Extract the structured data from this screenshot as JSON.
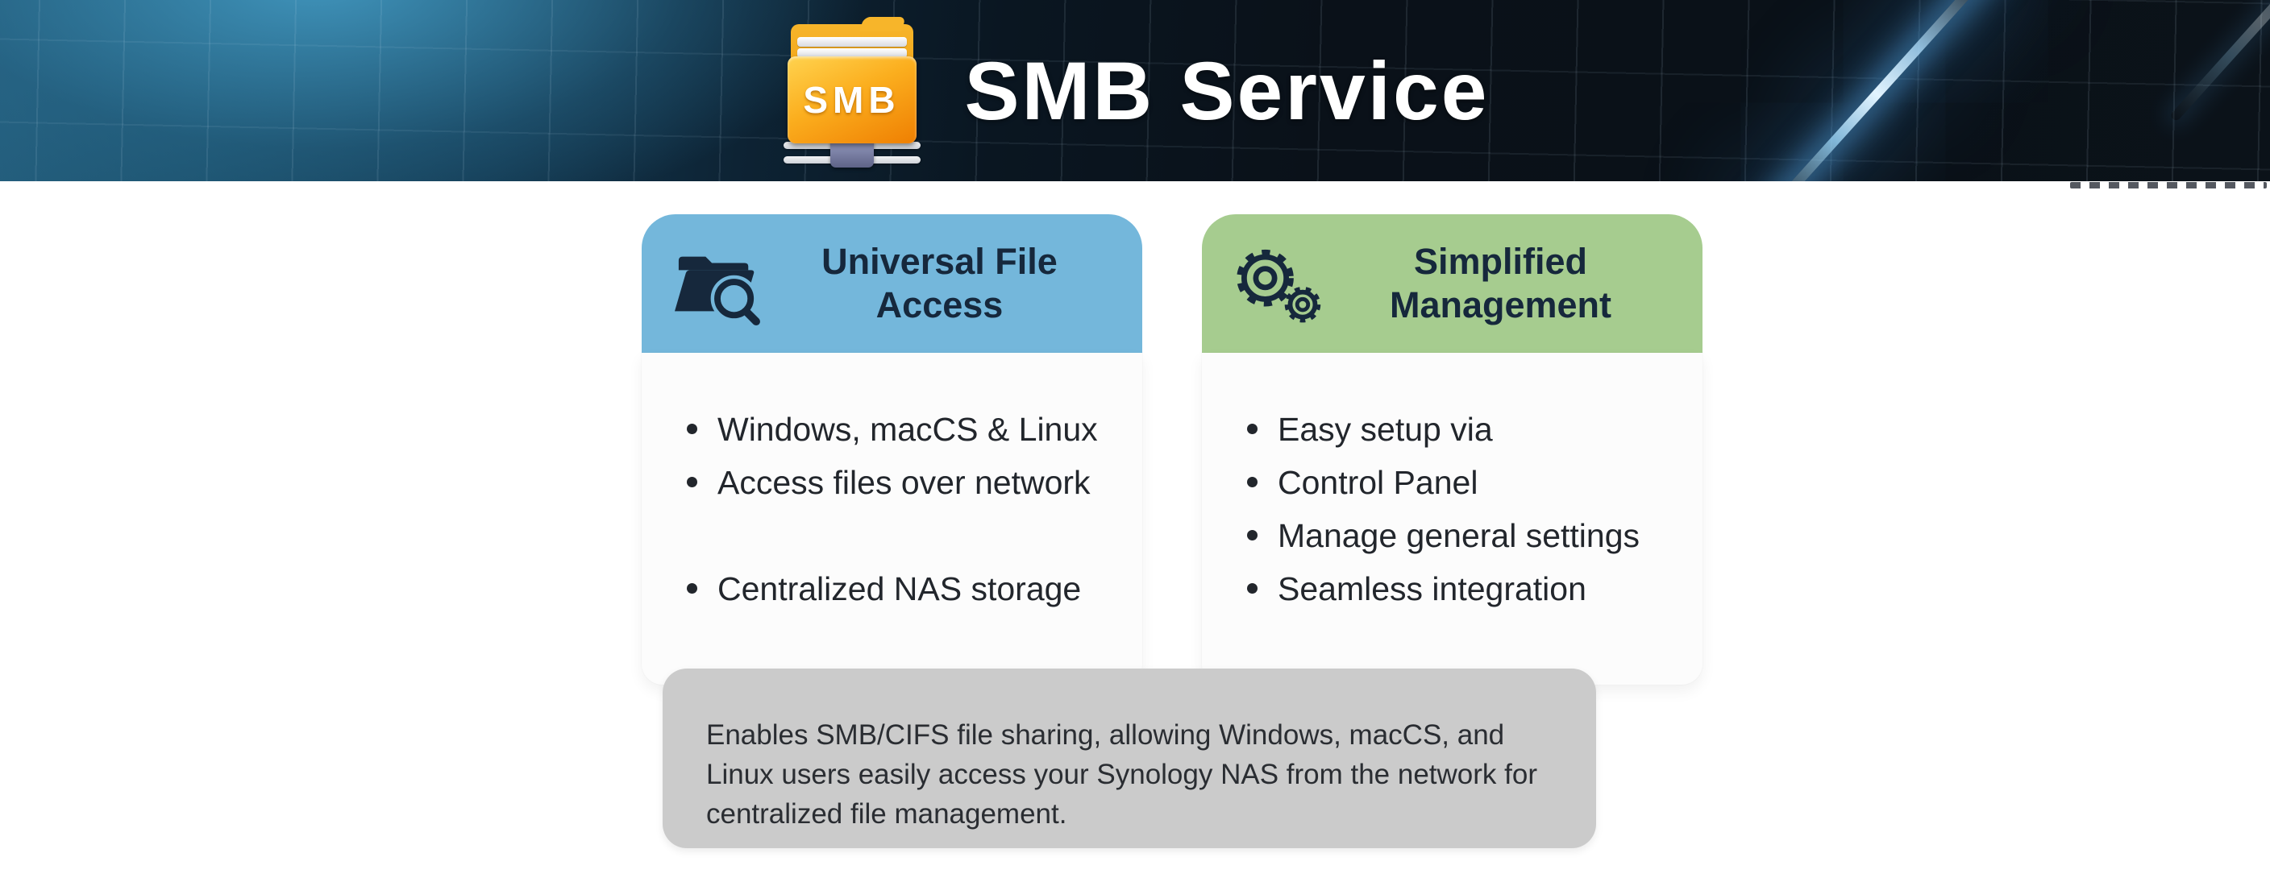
{
  "header": {
    "title": "SMB Service",
    "icon_label": "SMB"
  },
  "cards": [
    {
      "id": "universal-file-access",
      "title_lines": [
        "Universal File",
        "Access"
      ],
      "icon": "folder-search-icon",
      "accent_color": "#74b7db",
      "bullets": [
        "Windows, macCS & Linux",
        "Access files over network",
        "Centralized NAS storage"
      ]
    },
    {
      "id": "simplified-management",
      "title_lines": [
        "Simplified",
        "Management"
      ],
      "icon": "gears-icon",
      "accent_color": "#a6cc8f",
      "bullets": [
        "Easy setup via",
        "Control Panel",
        "Manage general settings",
        "Seamless integration"
      ]
    }
  ],
  "footer": {
    "box_color": "#cbcbcb",
    "lines": [
      "Enables SMB/CIFS file sharing, allowing Windows, macCS, and",
      "Linux users easily access your Synology NAS from the network for",
      "centralized file management."
    ]
  },
  "theme": {
    "banner_dark": "#0a1118",
    "banner_teal": "#245f7e",
    "beam_color": "#a8dcff",
    "title_text": "#ffffff",
    "card_title_text": "#16283c",
    "bullet_text": "#22262c"
  }
}
